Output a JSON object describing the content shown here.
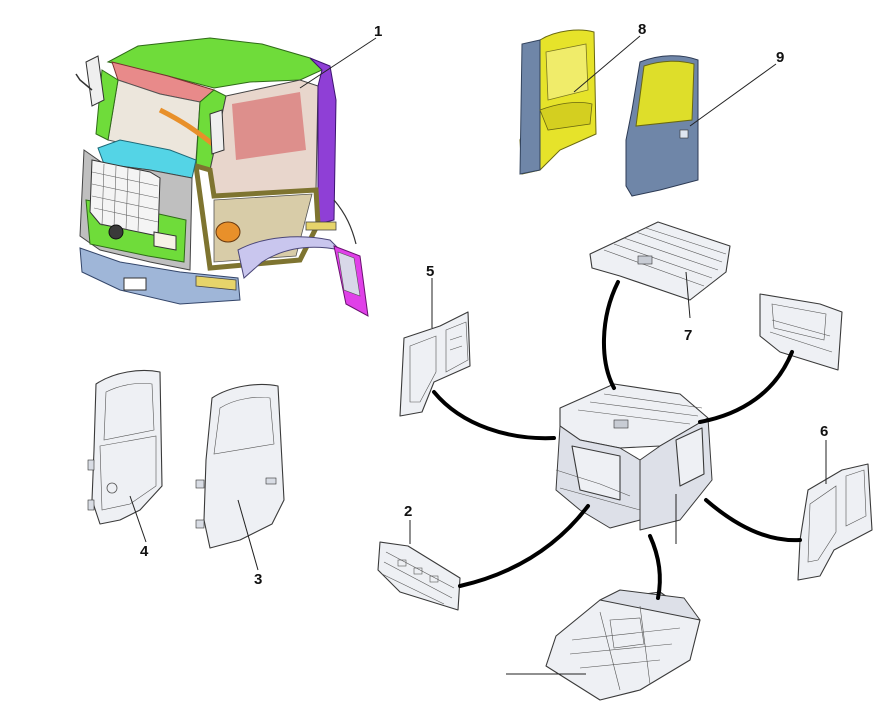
{
  "callouts": {
    "c1": "1",
    "c2": "2",
    "c3": "3",
    "c4": "4",
    "c5": "5",
    "c6": "6",
    "c7": "7",
    "c8": "8",
    "c9": "9"
  },
  "colors": {
    "roof_green": "#6fdc3a",
    "windshield_frame": "#e88a8a",
    "pillar_purple": "#8f3fd6",
    "door_yellow": "#e6e32a",
    "door_blue": "#6f86a8",
    "dash_cyan": "#54d4e6",
    "bumper_blue": "#9fb6d8",
    "fender_lavender": "#c9c6ee",
    "mud_magenta": "#e040e8",
    "frame_olive": "#c8c070",
    "grille_white": "#f4f4f4",
    "arc_black": "#000000"
  }
}
